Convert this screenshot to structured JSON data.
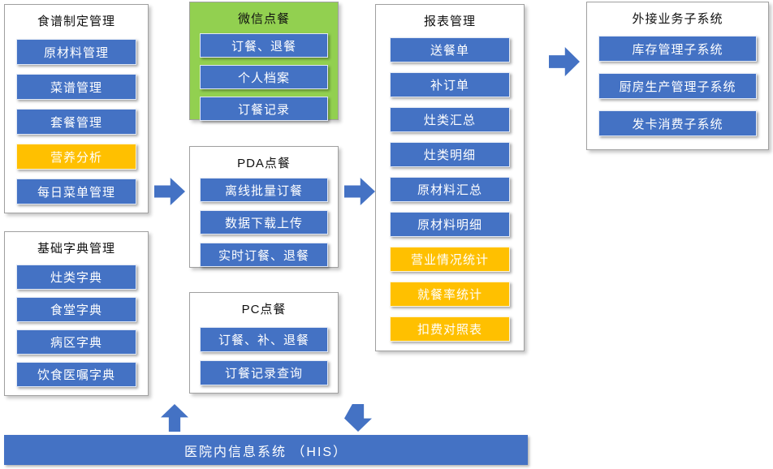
{
  "colors": {
    "blue": "#4472C4",
    "orange": "#FFC000",
    "green": "#92D050",
    "white": "#FFFFFF"
  },
  "groups": {
    "recipe": {
      "title": "食谱制定管理",
      "bg": "white",
      "items": [
        {
          "label": "原材料管理",
          "color": "blue"
        },
        {
          "label": "菜谱管理",
          "color": "blue"
        },
        {
          "label": "套餐管理",
          "color": "blue"
        },
        {
          "label": "营养分析",
          "color": "orange"
        },
        {
          "label": "每日菜单管理",
          "color": "blue"
        }
      ]
    },
    "wechat": {
      "title": "微信点餐",
      "bg": "green",
      "items": [
        {
          "label": "订餐、退餐",
          "color": "blue"
        },
        {
          "label": "个人档案",
          "color": "blue"
        },
        {
          "label": "订餐记录",
          "color": "blue"
        }
      ]
    },
    "pda": {
      "title": "PDA点餐",
      "bg": "white",
      "items": [
        {
          "label": "离线批量订餐",
          "color": "blue"
        },
        {
          "label": "数据下载上传",
          "color": "blue"
        },
        {
          "label": "实时订餐、退餐",
          "color": "blue"
        }
      ]
    },
    "pc": {
      "title": "PC点餐",
      "bg": "white",
      "items": [
        {
          "label": "订餐、补、退餐",
          "color": "blue"
        },
        {
          "label": "订餐记录查询",
          "color": "blue"
        }
      ]
    },
    "dictionary": {
      "title": "基础字典管理",
      "bg": "white",
      "items": [
        {
          "label": "灶类字典",
          "color": "blue"
        },
        {
          "label": "食堂字典",
          "color": "blue"
        },
        {
          "label": "病区字典",
          "color": "blue"
        },
        {
          "label": "饮食医嘱字典",
          "color": "blue"
        }
      ]
    },
    "reports": {
      "title": "报表管理",
      "bg": "white",
      "items": [
        {
          "label": "送餐单",
          "color": "blue"
        },
        {
          "label": "补订单",
          "color": "blue"
        },
        {
          "label": "灶类汇总",
          "color": "blue"
        },
        {
          "label": "灶类明细",
          "color": "blue"
        },
        {
          "label": "原材料汇总",
          "color": "blue"
        },
        {
          "label": "原材料明细",
          "color": "blue"
        },
        {
          "label": "营业情况统计",
          "color": "orange"
        },
        {
          "label": "就餐率统计",
          "color": "orange"
        },
        {
          "label": "扣费对照表",
          "color": "orange"
        }
      ]
    },
    "external": {
      "title": "外接业务子系统",
      "bg": "white",
      "items": [
        {
          "label": "库存管理子系统",
          "color": "blue"
        },
        {
          "label": "厨房生产管理子系统",
          "color": "blue"
        },
        {
          "label": "发卡消费子系统",
          "color": "blue"
        }
      ]
    }
  },
  "his_bar": {
    "label": "医院内信息系统 （HIS）",
    "bg": "blue"
  },
  "arrows": {
    "color": "blue",
    "items": [
      {
        "name": "recipe-to-ordering",
        "direction": "right"
      },
      {
        "name": "ordering-to-reports",
        "direction": "right"
      },
      {
        "name": "reports-to-external",
        "direction": "right"
      },
      {
        "name": "his-to-ordering",
        "direction": "up"
      },
      {
        "name": "ordering-to-his",
        "direction": "down"
      }
    ]
  }
}
